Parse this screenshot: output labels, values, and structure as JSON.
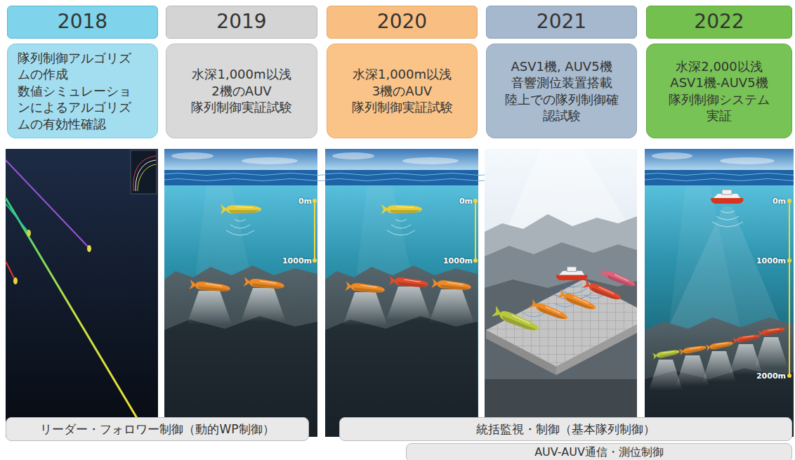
{
  "diagram": {
    "nodes": [
      {
        "text": [
          "2018"
        ]
      },
      {
        "text": [
          "2019"
        ]
      },
      {
        "text": [
          "2020"
        ]
      },
      {
        "text": [
          "2021"
        ]
      },
      {
        "text": [
          "2022"
        ]
      },
      {
        "text": [
          "隊列制御アルゴリズムの作成 数値シミュレーションによるアルゴリズムの有効性確認"
        ]
      },
      {
        "text": [
          "水深1,000m以浅 2機のAUV 隊列制御実証試験"
        ]
      },
      {
        "text": [
          "水深1,000m以浅 3機のAUV 隊列制御実証試験"
        ]
      },
      {
        "text": [
          "ASV1機, AUV5機 音響測位装置搭載 陸上での隊列制御確認試験"
        ]
      },
      {
        "text": [
          "水深2,000以浅 ASV1機-AUV5機 隊列制御システム 実証"
        ]
      },
      {
        "text": [
          "リーダー・フォロワー制御（動的WP制御）"
        ]
      },
      {
        "text": [
          "統括監視・制御（基本隊列制御）"
        ]
      },
      {
        "text": [
          "AUV-AUV通信・測位制御"
        ]
      }
    ],
    "labels": [
      "0m",
      "1000m",
      "0m",
      "1000m",
      "0m",
      "1000m",
      "2000m"
    ]
  }
}
